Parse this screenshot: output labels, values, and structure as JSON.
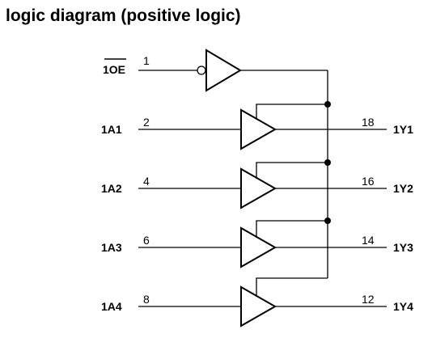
{
  "title": "logic diagram (positive logic)",
  "inputs": {
    "oe": {
      "name": "1OE",
      "name_prefix": "1",
      "name_overbar": "OE",
      "pin": "1"
    },
    "a1": {
      "name": "1A1",
      "pin": "2"
    },
    "a2": {
      "name": "1A2",
      "pin": "4"
    },
    "a3": {
      "name": "1A3",
      "pin": "6"
    },
    "a4": {
      "name": "1A4",
      "pin": "8"
    }
  },
  "outputs": {
    "y1": {
      "name": "1Y1",
      "pin": "18"
    },
    "y2": {
      "name": "1Y2",
      "pin": "16"
    },
    "y3": {
      "name": "1Y3",
      "pin": "14"
    },
    "y4": {
      "name": "1Y4",
      "pin": "12"
    }
  }
}
